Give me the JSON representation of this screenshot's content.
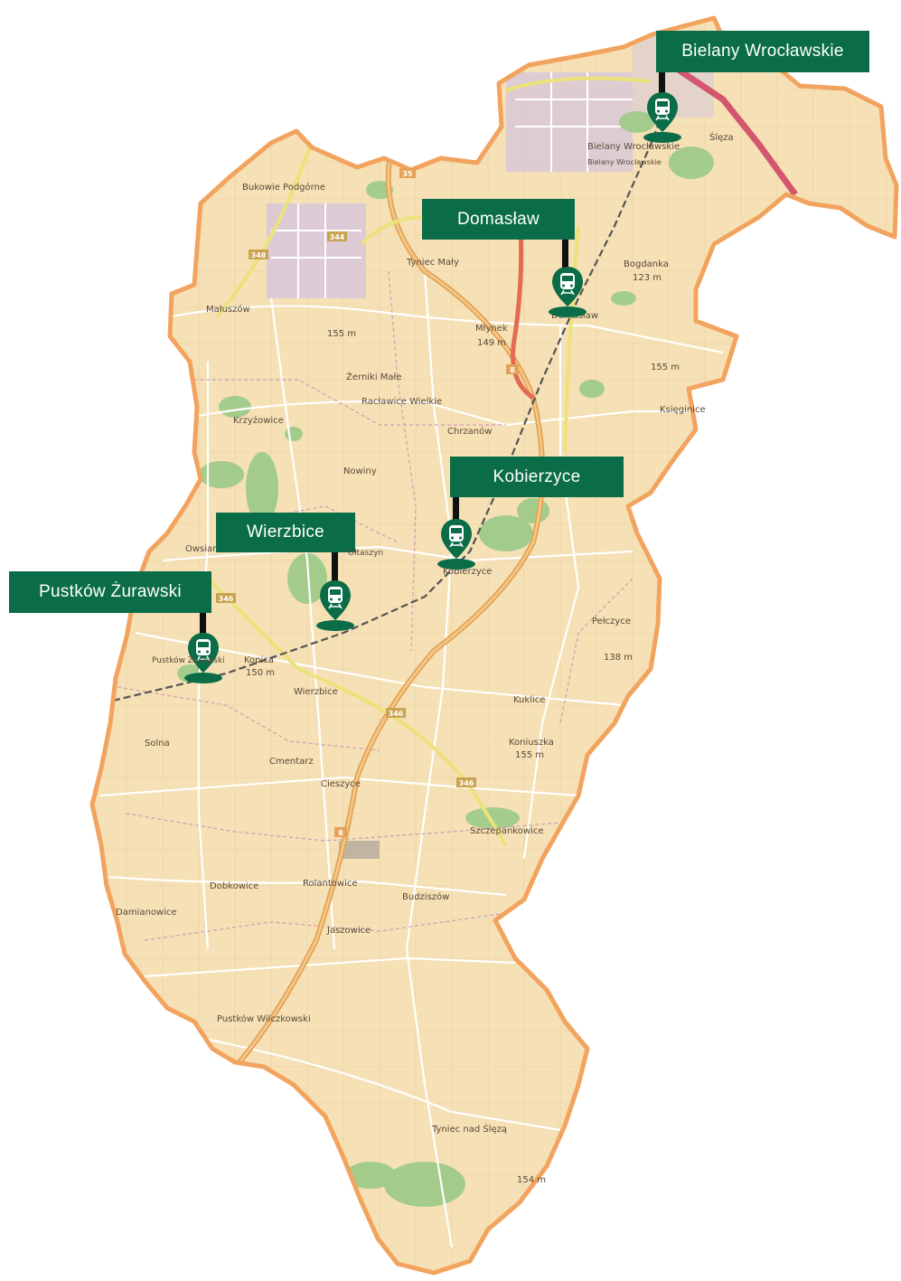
{
  "map": {
    "stations": [
      {
        "name": "Bielany Wrocławskie"
      },
      {
        "name": "Domasław"
      },
      {
        "name": "Kobierzyce"
      },
      {
        "name": "Wierzbice"
      },
      {
        "name": "Pustków Żurawski"
      }
    ],
    "places": [
      "Bielany Wrocławskie",
      "Ślęza",
      "Bielany Wrocławskie",
      "Bogdanka",
      "Bukowie Podgórne",
      "Tyniec Mały",
      "Domasław",
      "Małuszów",
      "Żerniki Małe",
      "Racławice Wielkie",
      "Chrzanów",
      "Krzyżowice",
      "Nowiny",
      "Księginice",
      "Ołtaszyn",
      "Kobierzyce",
      "Owsianka",
      "Wierzbice",
      "Pustków Żurawski",
      "Pełczyce",
      "Solna",
      "Cieszyce",
      "Szczepankowice",
      "Kuklice",
      "Dobkowice",
      "Rolantowice",
      "Budziszów",
      "Jaszowice",
      "Damianowice",
      "Pustków Wilczkowski",
      "Tyniec nad Ślęzą",
      "Cmentarz",
      "Kopica",
      "Młynek",
      "Koniuszka"
    ],
    "elevations": [
      "123 m",
      "149 m",
      "150 m",
      "155 m",
      "138 m",
      "155 m",
      "154 m",
      "155 m"
    ],
    "road_numbers": [
      "35",
      "344",
      "346",
      "8",
      "346",
      "346",
      "8",
      "348"
    ],
    "colors": {
      "land": "#f6e0b5",
      "boundary": "#f2a35e",
      "label_bg": "#0b6d47",
      "pin": "#0b6d47",
      "highway": "#e3a356",
      "rail": "#555555"
    },
    "icons": {
      "pin": "train-pin-icon"
    }
  }
}
